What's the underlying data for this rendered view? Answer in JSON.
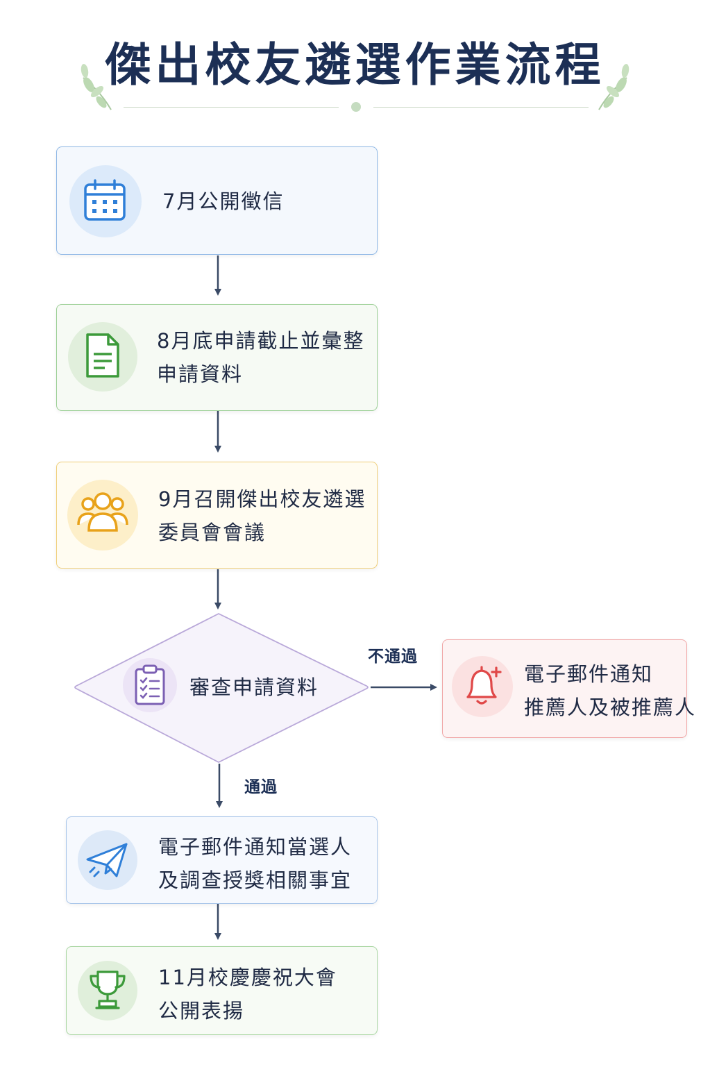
{
  "title": "傑出校友遴選作業流程",
  "steps": [
    {
      "id": "announce",
      "lines": [
        "7月公開徵信"
      ],
      "icon": "calendar-icon"
    },
    {
      "id": "deadline",
      "lines": [
        "8月底申請截止並彙整",
        "申請資料"
      ],
      "icon": "document-icon"
    },
    {
      "id": "meeting",
      "lines": [
        "9月召開傑出校友遴選",
        "委員會會議"
      ],
      "icon": "people-icon"
    },
    {
      "id": "review",
      "lines": [
        "審查申請資料"
      ],
      "icon": "clipboard-checklist-icon"
    },
    {
      "id": "reject-notice",
      "lines": [
        "電子郵件通知",
        "推薦人及被推薦人"
      ],
      "icon": "bell-icon"
    },
    {
      "id": "winner-notice",
      "lines": [
        "電子郵件通知當選人",
        "及調查授獎相關事宜"
      ],
      "icon": "paper-plane-icon"
    },
    {
      "id": "ceremony",
      "lines": [
        "11月校慶慶祝大會",
        "公開表揚"
      ],
      "icon": "trophy-icon"
    }
  ],
  "edges": {
    "fail_label": "不通過",
    "pass_label": "通過"
  },
  "colors": {
    "title": "#1c2f55",
    "arrow": "#3a4a66",
    "blue": "#2f7fd8",
    "green": "#3c9a3a",
    "yellow": "#e8a21a",
    "purple": "#7b5fb3",
    "red": "#e04848"
  }
}
